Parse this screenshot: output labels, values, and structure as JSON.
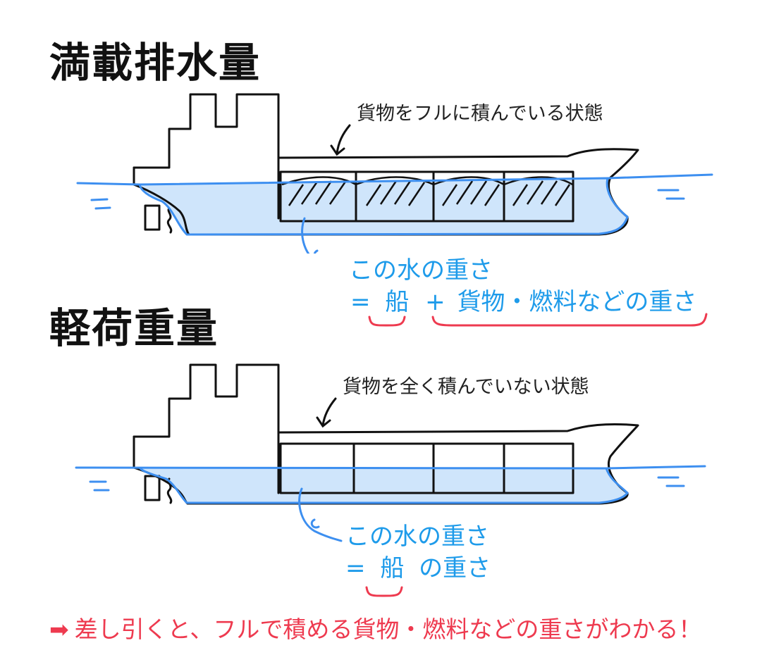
{
  "full": {
    "title": "満載排水量",
    "note": "貨物をフルに積んでいる状態",
    "formula_line1": "この水の重さ",
    "formula_eq": "=",
    "formula_ship": "船",
    "formula_plus": "+",
    "formula_cargo": "貨物・燃料などの重さ"
  },
  "light": {
    "title": "軽荷重量",
    "note": "貨物を全く積んでいない状態",
    "formula_line1": "この水の重さ",
    "formula_eq": "=",
    "formula_ship": "船",
    "formula_rest": "の重さ"
  },
  "conclusion": {
    "arrow": "➡",
    "text": "差し引くと、フルで積める貨物・燃料などの重さがわかる！"
  },
  "colors": {
    "water_line": "#3d8ff0",
    "water_fill": "#cfe5fb",
    "text_blue": "#1e9bea",
    "accent_red": "#ee3a4f",
    "ink": "#111111"
  }
}
